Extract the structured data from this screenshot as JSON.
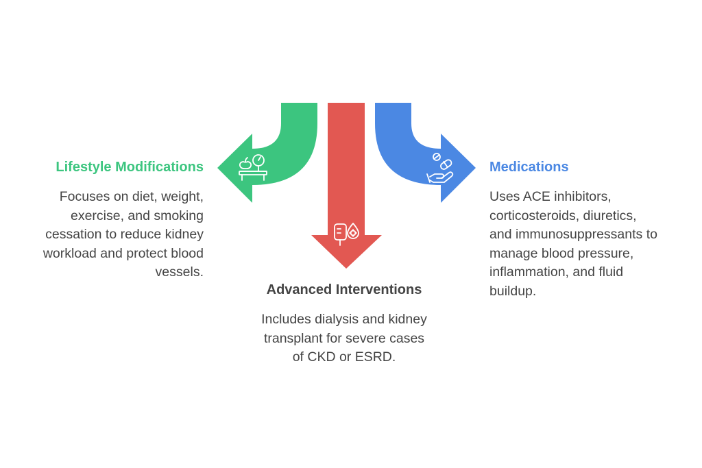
{
  "colors": {
    "lifestyle": "#3cc57f",
    "advanced": "#e25852",
    "medications": "#4b88e3",
    "advanced_title": "#444444",
    "description": "#444444"
  },
  "lifestyle": {
    "title": "Lifestyle Modifications",
    "icon": "scale-apple-icon",
    "description_lines": [
      "Focuses on diet, weight,",
      "exercise, and smoking",
      "cessation to reduce kidney",
      "workload and protect blood",
      "vessels."
    ]
  },
  "advanced": {
    "title": "Advanced Interventions",
    "icon": "iv-bag-drop-icon",
    "description_lines": [
      "Includes dialysis and kidney",
      "transplant for severe cases",
      "of CKD or ESRD."
    ]
  },
  "medications": {
    "title": "Medications",
    "icon": "hand-pills-icon",
    "description_lines": [
      "Uses ACE inhibitors,",
      "corticosteroids, diuretics,",
      "and immunosuppressants to",
      "manage blood pressure,",
      "inflammation, and fluid",
      "buildup."
    ]
  }
}
